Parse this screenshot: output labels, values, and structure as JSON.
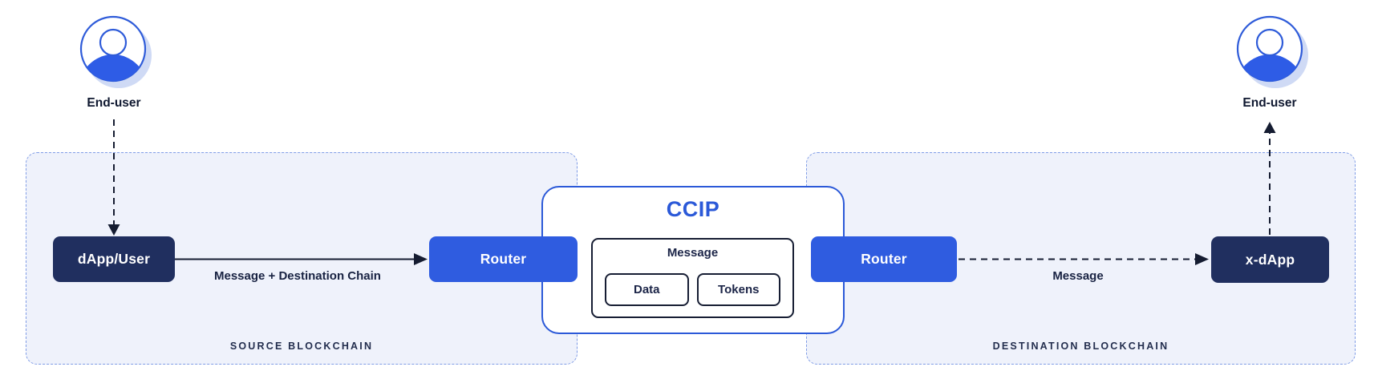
{
  "diagram_title": "CCIP",
  "source_chain": {
    "label": "SOURCE BLOCKCHAIN",
    "end_user_label": "End-user",
    "dapp_label": "dApp/User",
    "router_label": "Router",
    "arrow_label": "Message + Destination Chain"
  },
  "destination_chain": {
    "label": "DESTINATION BLOCKCHAIN",
    "end_user_label": "End-user",
    "router_label": "Router",
    "xdapp_label": "x-dApp",
    "arrow_label": "Message"
  },
  "ccip": {
    "title": "CCIP",
    "message_label": "Message",
    "data_label": "Data",
    "tokens_label": "Tokens"
  },
  "icons": {
    "left_avatar": "person-avatar-icon",
    "right_avatar": "person-avatar-icon"
  },
  "colors": {
    "navy_node": "#202f5f",
    "blue_node": "#2f5ce0",
    "ccip_blue": "#2b59d8",
    "chain_box_fill": "#eff2fb",
    "chain_box_border": "#7f9ce6",
    "arrow_dark": "#151c31",
    "inner_box_border": "#161d33",
    "text_dark": "#1b2447",
    "avatar_shadow": "#cfdaf5"
  }
}
